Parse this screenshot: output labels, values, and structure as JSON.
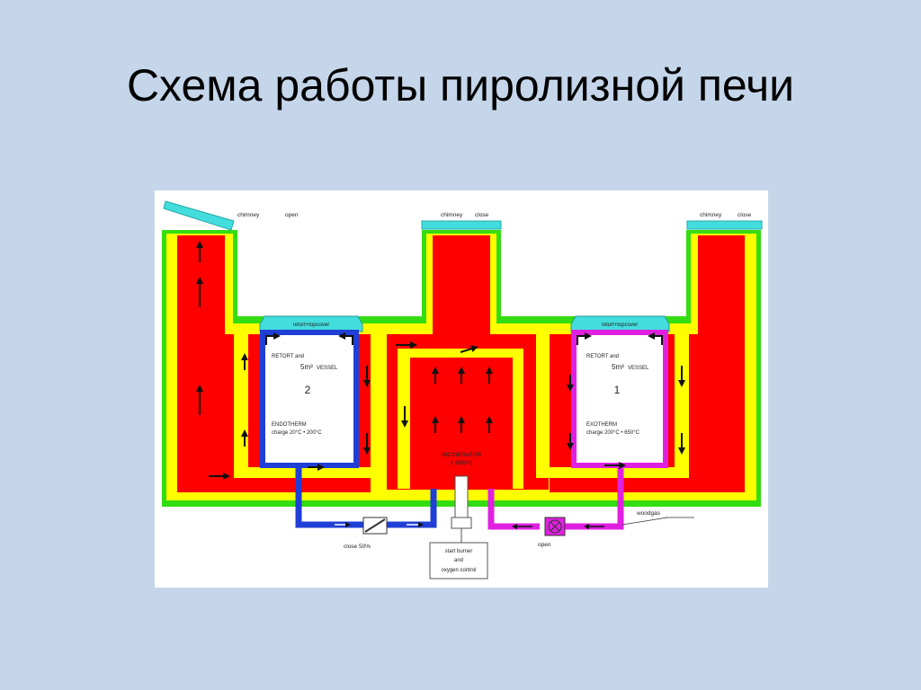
{
  "slide": {
    "title": "Схема работы пиролизной печи"
  },
  "diagram": {
    "chimneys": {
      "left": {
        "label": "chimney",
        "state": "open"
      },
      "middle": {
        "label": "chimney",
        "state": "close"
      },
      "right": {
        "label": "chimney",
        "state": "close"
      }
    },
    "retort_2": {
      "cover": "retort+topcover",
      "line1": "RETORT and",
      "volume": "5m³",
      "vessel": "VESSEL",
      "number": "2",
      "mode": "ENDOTHERM",
      "charge": "charge 20°C • 200°C",
      "pipe_color": "#1f3fd6"
    },
    "retort_1": {
      "cover": "retort+topcover",
      "line1": "RETORT and",
      "volume": "5m³",
      "vessel": "VESSEL",
      "number": "1",
      "mode": "EXOTHERM",
      "charge": "charge 200°C • 650°C",
      "pipe_color": "#e020e0"
    },
    "incinerator": {
      "label": "INCINERATOR",
      "temp": "± 1050°C"
    },
    "valves": {
      "left": "close 50%",
      "right": "open"
    },
    "woodgas_label": "woodgas",
    "burner": {
      "line1": "start burner",
      "line2": "and",
      "line3": "oxygen control"
    },
    "colors": {
      "hot": "#ff0000",
      "wall_yellow": "#ffff00",
      "wall_green": "#33dd11",
      "cover": "#44dddd"
    }
  }
}
